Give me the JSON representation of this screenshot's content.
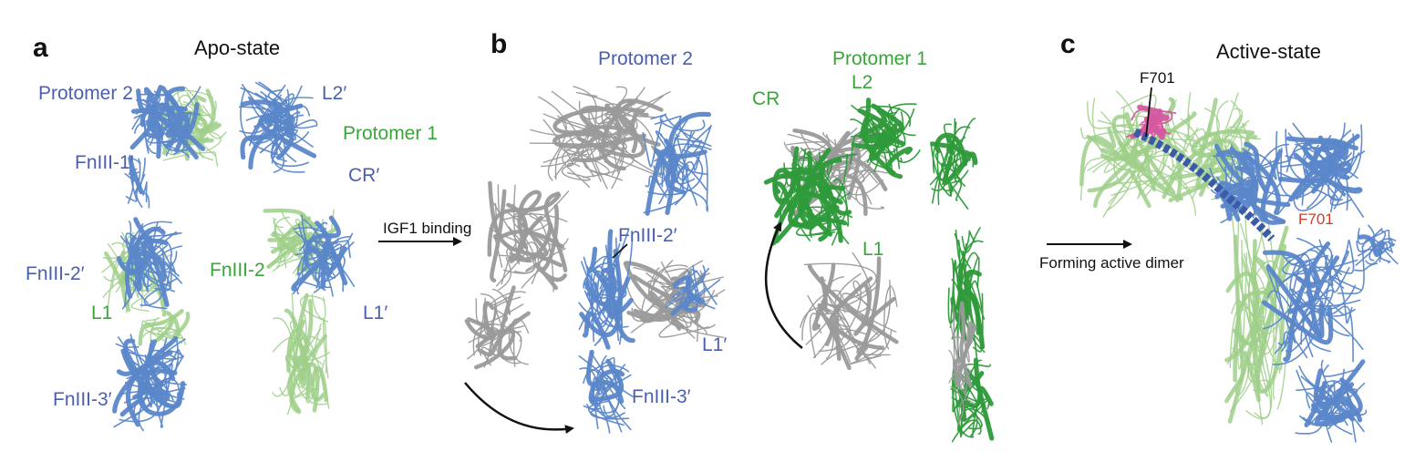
{
  "colors": {
    "protomer2": "#5b87c9",
    "protomer2_dark": "#3b5aa8",
    "protomer1": "#9fcf8a",
    "protomer1_dark": "#2e9a3a",
    "reference": "#9a9a9a",
    "highlight": "#d45aa0",
    "text_blue": "#4a5fae",
    "text_green": "#3aa53a",
    "text_red": "#d43a2a"
  },
  "panel_a": {
    "letter": "a",
    "title": "Apo-state",
    "labels": {
      "protomer2": "Protomer 2",
      "protomer1": "Protomer 1",
      "l2p": "L2′",
      "crp": "CR′",
      "fn1p": "FnIII-1′",
      "fn2p": "FnIII-2′",
      "fn2": "FnIII-2",
      "l1": "L1",
      "l1p": "L1′",
      "fn3p": "FnIII-3′"
    }
  },
  "panel_b": {
    "letter": "b",
    "arrow_label": "IGF1 binding",
    "labels": {
      "protomer2": "Protomer 2",
      "protomer1": "Protomer 1",
      "cr": "CR",
      "l2": "L2",
      "fn2p": "FnIII-2′",
      "l1": "L1",
      "l1p": "L1′",
      "fn3p": "FnIII-3′"
    }
  },
  "panel_c": {
    "letter": "c",
    "title": "Active-state",
    "arrow_label": "Forming active dimer",
    "f701_top": "F701",
    "f701_red": "F701"
  }
}
